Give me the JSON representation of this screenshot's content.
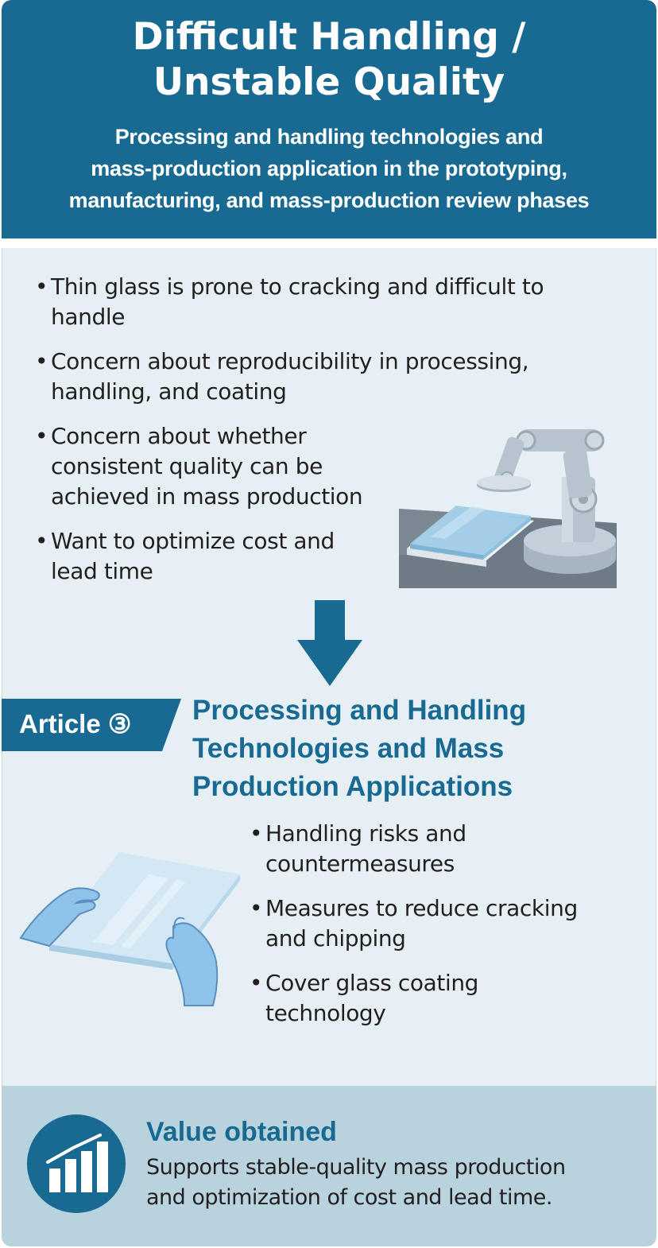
{
  "header": {
    "title_line1": "Difficult Handling /",
    "title_line2": "Unstable Quality",
    "subtitle_line1": "Processing and handling technologies and",
    "subtitle_line2": "mass-production application in the prototyping,",
    "subtitle_line3": "manufacturing, and mass-production review phases"
  },
  "concerns": {
    "item1_line1": "Thin glass is prone to cracking and difficult to",
    "item1_line2": "handle",
    "item2_line1": "Concern about reproducibility in processing,",
    "item2_line2": "handling, and coating",
    "item3_line1": "Concern about whether",
    "item3_line2": "consistent quality can be",
    "item3_line3": "achieved in mass production",
    "item4_line1": "Want to optimize cost and",
    "item4_line2": "lead time"
  },
  "article": {
    "badge": "Article ③",
    "title_line1": "Processing and Handling",
    "title_line2": "Technologies and Mass",
    "title_line3": "Production Applications",
    "item1_line1": "Handling risks and",
    "item1_line2": "countermeasures",
    "item2_line1": "Measures to reduce cracking",
    "item2_line2": "and chipping",
    "item3_line1": "Cover glass coating",
    "item3_line2": "technology"
  },
  "value": {
    "title": "Value obtained",
    "text_line1": "Supports stable-quality mass production",
    "text_line2": "and optimization of cost and lead time."
  },
  "icons": {
    "robot": "robot-arm-icon",
    "arrow": "arrow-down-icon",
    "hands": "hands-holding-glass-icon",
    "chart": "growth-chart-icon"
  },
  "colors": {
    "primary": "#186a92",
    "body_bg": "#e6eff4",
    "value_bg": "#b8d2de",
    "text": "#231f20"
  }
}
